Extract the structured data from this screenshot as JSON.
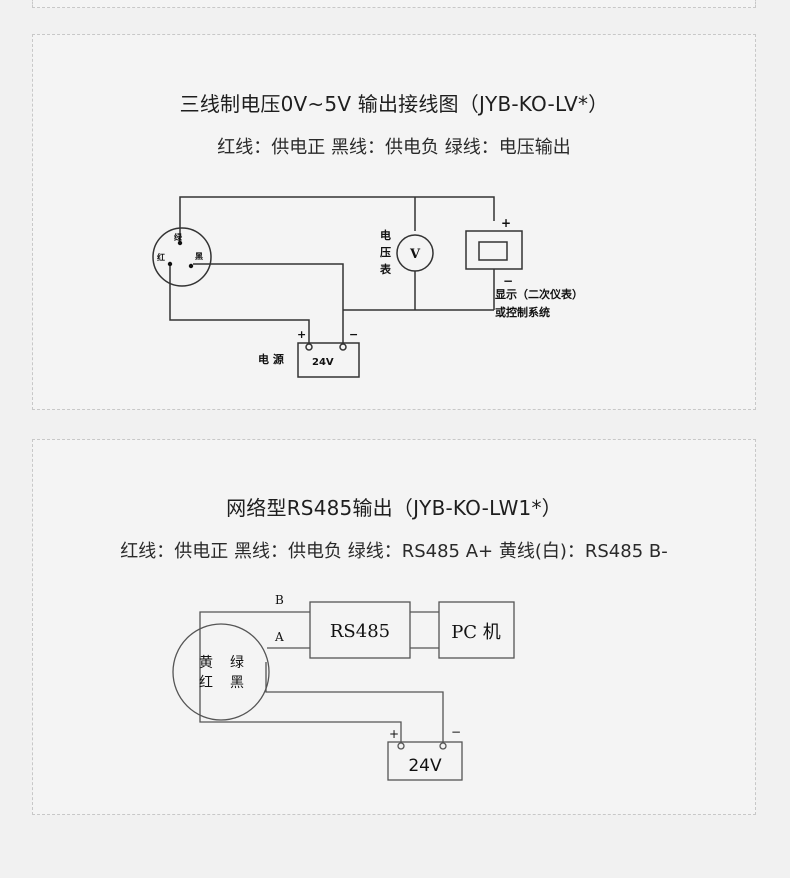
{
  "lv": {
    "title": "三线制电压0V~5V 输出接线图（JYB-KO-LV*）",
    "legend": "红线：供电正  黑线：供电负  绿线：电压输出",
    "diagram": {
      "plug_pin_green": "绿",
      "plug_pin_red": "红",
      "plug_pin_black": "黑",
      "voltmeter_label_1": "电",
      "voltmeter_label_2": "压",
      "voltmeter_label_3": "表",
      "voltmeter_symbol": "V",
      "display_plus": "+",
      "display_minus": "−",
      "display_label_1": "显示（二次仪表）",
      "display_label_2": "或控制系统",
      "supply_label": "电  源",
      "supply_value": "24V",
      "supply_plus": "+",
      "supply_minus": "−"
    }
  },
  "lw": {
    "title": "网络型RS485输出（JYB-KO-LW1*）",
    "legend": "红线：供电正  黑线：供电负  绿线：RS485 A+  黄线(白)：RS485 B-",
    "diagram": {
      "line_b": "B",
      "line_a": "A",
      "rs485_box": "RS485",
      "pc_box": "PC 机",
      "pin_yellow": "黄",
      "pin_green": "绿",
      "pin_red": "红",
      "pin_black": "黑",
      "supply_plus": "+",
      "supply_minus": "−",
      "supply_value": "24V"
    }
  }
}
